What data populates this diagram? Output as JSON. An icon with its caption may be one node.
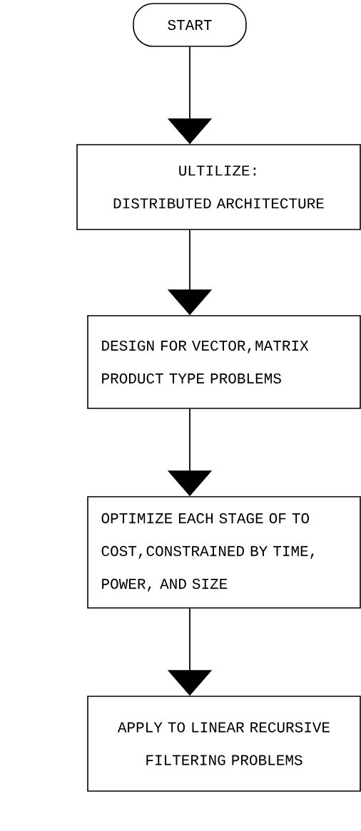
{
  "diagram": {
    "nodes": [
      {
        "text": [
          "START"
        ]
      },
      {
        "text": [
          "ULTILIZE:",
          "DISTRIBUTED ARCHITECTURE"
        ]
      },
      {
        "text": [
          "DESIGN FOR VECTOR,MATRIX PRODUCT TYPE PROBLEMS"
        ]
      },
      {
        "text": [
          "OPTIMIZE EACH STAGE OF TO COST,CONSTRAINED BY TIME, POWER, AND SIZE"
        ]
      },
      {
        "text": [
          "APPLY TO LINEAR RECURSIVE FILTERING PROBLEMS"
        ]
      }
    ],
    "edges": [
      {
        "from": 0,
        "to": 1,
        "arrow": "to"
      },
      {
        "from": 1,
        "to": 2,
        "arrow": "to"
      },
      {
        "from": 2,
        "to": 3,
        "arrow": "to"
      },
      {
        "from": 3,
        "to": 4,
        "arrow": "to"
      }
    ]
  }
}
